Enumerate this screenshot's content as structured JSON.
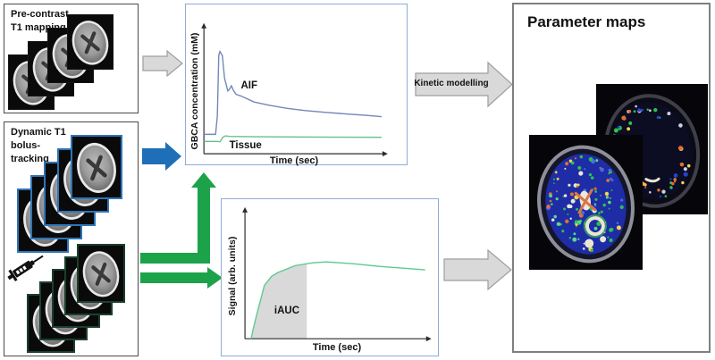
{
  "figure": {
    "background": "#ffffff"
  },
  "panels": {
    "pre_contrast": {
      "title_lines": [
        "Pre-contrast",
        "T1 mapping"
      ],
      "image_count": 4,
      "frame_color": "#151515"
    },
    "dynamic": {
      "title_lines": [
        "Dynamic T1",
        "bolus-",
        "tracking"
      ],
      "stack_blue": {
        "image_count": 5,
        "frame_color": "#2e75b6"
      },
      "stack_dark": {
        "image_count": 5,
        "frame_color": "#1c3f2e"
      },
      "icon": "syringe-icon"
    },
    "parameter_maps": {
      "title": "Parameter maps",
      "map_count": 2
    }
  },
  "arrows": {
    "kinetic_label": "Kinetic modelling",
    "gray_fill": "#d9d9d9",
    "gray_stroke": "#9e9e9e",
    "blue_fill": "#1f6fb8",
    "green_fill": "#1ca34a"
  },
  "chart_data": [
    {
      "type": "line",
      "title": "",
      "xlabel": "Time (sec)",
      "ylabel": "GBCA concentration (mM)",
      "x_range": [
        0,
        100
      ],
      "y_range": [
        0,
        1
      ],
      "grid": false,
      "legend": "none",
      "series": [
        {
          "name": "AIF",
          "color": "#7288b8",
          "points": [
            [
              0,
              0.154
            ],
            [
              6.5,
              0.154
            ],
            [
              7.5,
              0.3
            ],
            [
              8.3,
              0.78
            ],
            [
              8.9,
              0.81
            ],
            [
              10.3,
              0.776
            ],
            [
              11.5,
              0.6
            ],
            [
              13.3,
              0.497
            ],
            [
              14.2,
              0.51
            ],
            [
              15.3,
              0.538
            ],
            [
              16.5,
              0.5
            ],
            [
              18,
              0.47
            ],
            [
              21,
              0.455
            ],
            [
              28,
              0.41
            ],
            [
              36,
              0.385
            ],
            [
              46,
              0.36
            ],
            [
              56,
              0.343
            ],
            [
              68,
              0.327
            ],
            [
              80,
              0.315
            ],
            [
              90,
              0.305
            ],
            [
              99,
              0.294
            ]
          ]
        },
        {
          "name": "Tissue",
          "color": "#66bf8e",
          "points": [
            [
              0,
              0.098
            ],
            [
              7.5,
              0.098
            ],
            [
              9,
              0.095
            ],
            [
              10.5,
              0.13
            ],
            [
              12,
              0.142
            ],
            [
              14,
              0.138
            ],
            [
              30,
              0.135
            ],
            [
              60,
              0.132
            ],
            [
              99,
              0.13
            ]
          ]
        }
      ],
      "annotations": [
        {
          "label": "AIF",
          "x": 25,
          "y": 0.545
        },
        {
          "label": "Tissue",
          "x": 23,
          "y": 0.077
        }
      ]
    },
    {
      "type": "line",
      "title": "",
      "xlabel": "Time (sec)",
      "ylabel": "Signal (arb. units)",
      "x_range": [
        0,
        100
      ],
      "y_range": [
        0,
        1
      ],
      "grid": false,
      "legend": "none",
      "series": [
        {
          "name": "Signal",
          "color": "#5cc990",
          "points": [
            [
              3.4,
              0
            ],
            [
              4.4,
              0.07
            ],
            [
              6.8,
              0.21
            ],
            [
              10.7,
              0.42
            ],
            [
              14.6,
              0.49
            ],
            [
              18,
              0.52
            ],
            [
              27.7,
              0.576
            ],
            [
              37.4,
              0.597
            ],
            [
              44.7,
              0.604
            ],
            [
              59.2,
              0.59
            ],
            [
              73.8,
              0.569
            ],
            [
              99,
              0.542
            ]
          ]
        }
      ],
      "area": {
        "label": "iAUC",
        "x_start": 3.4,
        "x_end": 34,
        "fill": "#d9d9d9"
      },
      "annotations": [
        {
          "label": "iAUC",
          "x": 22.8,
          "y": 0.229
        }
      ]
    }
  ]
}
